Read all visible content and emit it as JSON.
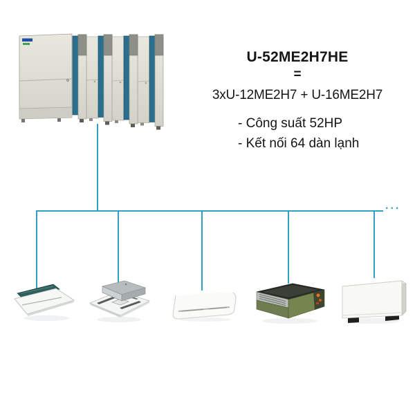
{
  "colors": {
    "connection_line": "#2f9fc4",
    "text": "#151515",
    "outdoor_panel": "#e2e1d8",
    "outdoor_fin": "#2b6f8e",
    "cassette_inlet": "#2f5f5c",
    "ducted_body": "#6e7c50",
    "accent_orange": "#e07820"
  },
  "spec": {
    "model": "U-52ME2H7HE",
    "equals": "=",
    "combination": "3xU-12ME2H7 + U-16ME2H7",
    "bullets": [
      "- Công suất 52HP",
      "- Kết nối 64 dàn lạnh"
    ]
  },
  "connection": {
    "ellipsis": "..."
  },
  "outdoor": {
    "type": "vrf-outdoor-unit-bank",
    "module_count": 4,
    "brand_logo": "panasonic-logo"
  },
  "indoor_units": [
    {
      "type": "1-way-cassette"
    },
    {
      "type": "4-way-cassette"
    },
    {
      "type": "wall-mounted"
    },
    {
      "type": "ducted"
    },
    {
      "type": "floor-standing"
    }
  ]
}
